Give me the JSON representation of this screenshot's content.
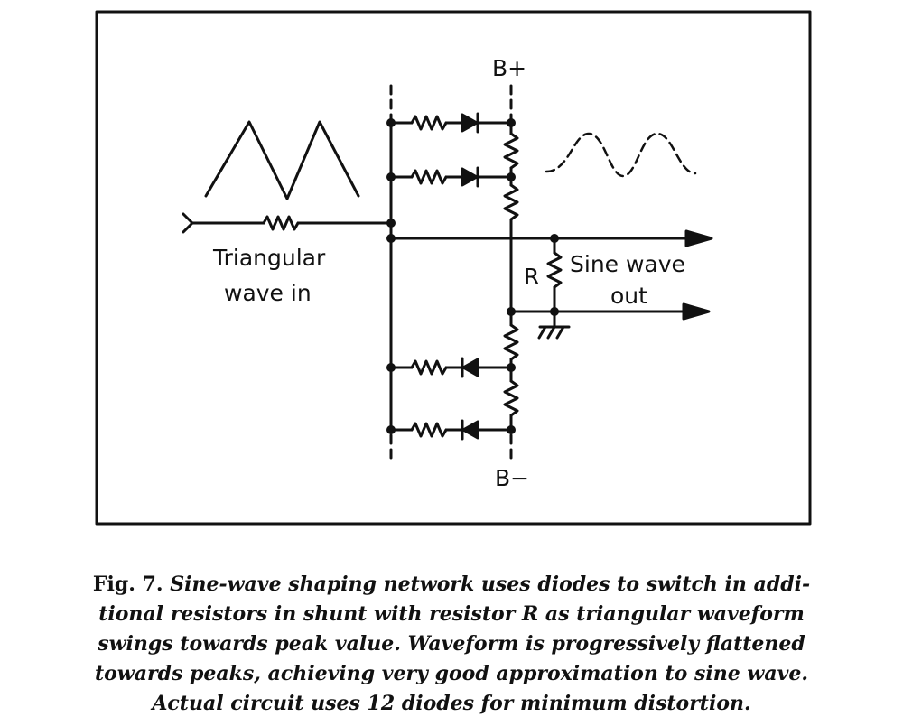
{
  "diagram": {
    "labels": {
      "b_plus": "B+",
      "b_minus": "B−",
      "input": [
        "Triangular",
        "wave in"
      ],
      "r": "R",
      "output": [
        "Sine wave",
        "out"
      ]
    }
  },
  "caption": {
    "figure_number": "Fig. 7.",
    "lines": [
      "Sine-wave shaping network uses diodes to switch in addi-",
      "tional resistors in shunt with resistor R as triangular waveform",
      "swings towards peak value. Waveform is progressively flattened",
      "towards peaks, achieving very good approximation to sine wave.",
      "Actual circuit uses 12 diodes for minimum distortion."
    ]
  }
}
